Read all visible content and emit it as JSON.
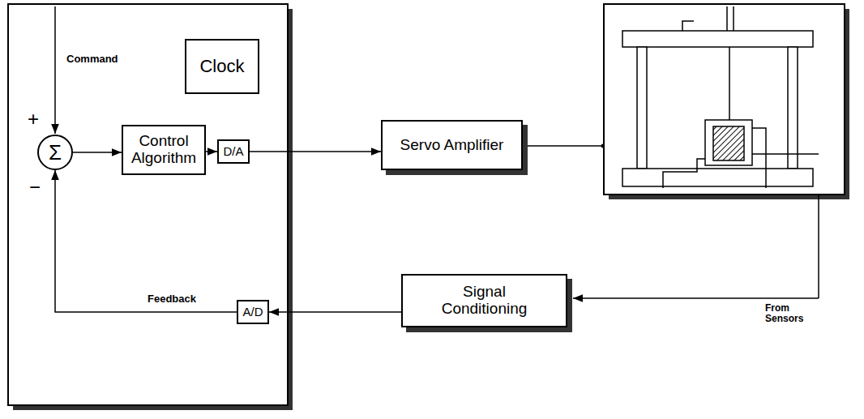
{
  "diagram": {
    "nodes": [
      {
        "text": [
          "Σ"
        ]
      },
      {
        "text": [
          "Clock"
        ]
      },
      {
        "text": [
          "Control Algorithm"
        ]
      },
      {
        "text": [
          "D/A"
        ]
      },
      {
        "text": [
          "Servo Amplifier"
        ]
      },
      {
        "text": [
          "Signal Conditioning"
        ]
      },
      {
        "text": [
          "A/D"
        ]
      }
    ],
    "edges": [
      {
        "from": 0,
        "to": 2,
        "arrow": "to"
      },
      {
        "from": 2,
        "to": 3,
        "arrow": "to"
      },
      {
        "from": 3,
        "to": 4,
        "arrow": "to"
      },
      {
        "from": 5,
        "to": 6,
        "arrow": "to"
      },
      {
        "from": 6,
        "to": 0,
        "arrow": "to",
        "label": "Feedback"
      }
    ],
    "labels": [
      "Command",
      "+",
      "−",
      "From Sensors"
    ]
  }
}
